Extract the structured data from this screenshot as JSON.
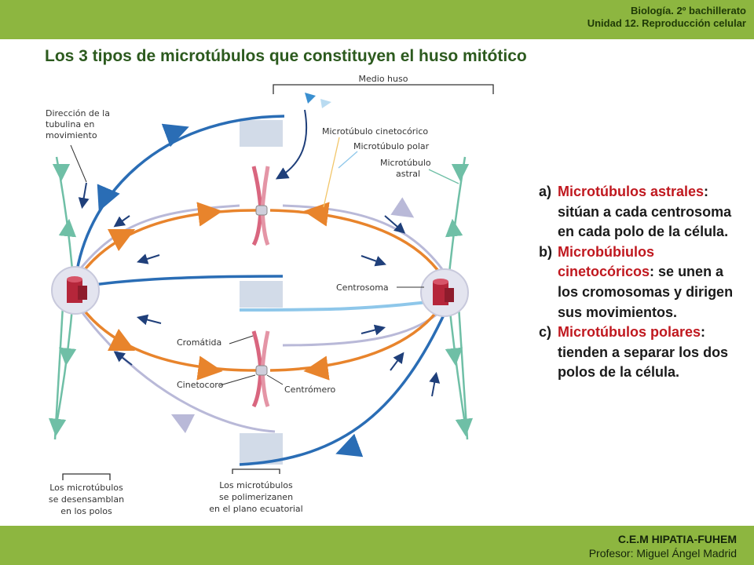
{
  "header": {
    "course": "Biología. 2º bachillerato",
    "unit": "Unidad 12. Reproducción celular"
  },
  "title": "Los 3 tipos de microtúbulos que constituyen el huso mitótico",
  "diagram": {
    "labels": {
      "medio_huso": "Medio huso",
      "direccion": [
        "Dirección de la",
        "tubulina en",
        "movimiento"
      ],
      "cinetocorico": "Microtúbulo cinetocórico",
      "polar": "Microtúbulo polar",
      "astral": [
        "Microtúbulo",
        "astral"
      ],
      "centrosoma": "Centrosoma",
      "cromatida": "Cromátida",
      "cinetocoro": "Cinetocoro",
      "centromero": "Centrómero",
      "desensamblan": [
        "Los microtúbulos",
        "se desensamblan",
        "en los polos"
      ],
      "polimerizan": [
        "Los microtúbulos",
        "se polimerizanen",
        "en el plano ecuatorial"
      ]
    },
    "colors": {
      "kinetochore_mt": "#e8842c",
      "polar_mt_dark": "#2a6db5",
      "polar_mt_light": "#8ec7ea",
      "astral_mt": "#6fbfa6",
      "lavender_mt": "#b9b9d8",
      "centrosome": "#b5263a",
      "chromosome": "#d9667f"
    }
  },
  "side_list": [
    {
      "marker": "a)",
      "term": "Microtúbulos astrales",
      "rest": ": sitúan a cada centrosoma en cada polo de la célula."
    },
    {
      "marker": "b)",
      "term": "Microbúbiulos cinetocóricos",
      "rest": ": se unen a los cromosomas y dirigen sus movimientos."
    },
    {
      "marker": "c)",
      "term": "Microtúbulos polares",
      "rest": ": tienden a separar los dos polos de la célula."
    }
  ],
  "footer": {
    "school": "C.E.M HIPATIA-FUHEM",
    "teacher": "Profesor: Miguel Ángel Madrid"
  }
}
